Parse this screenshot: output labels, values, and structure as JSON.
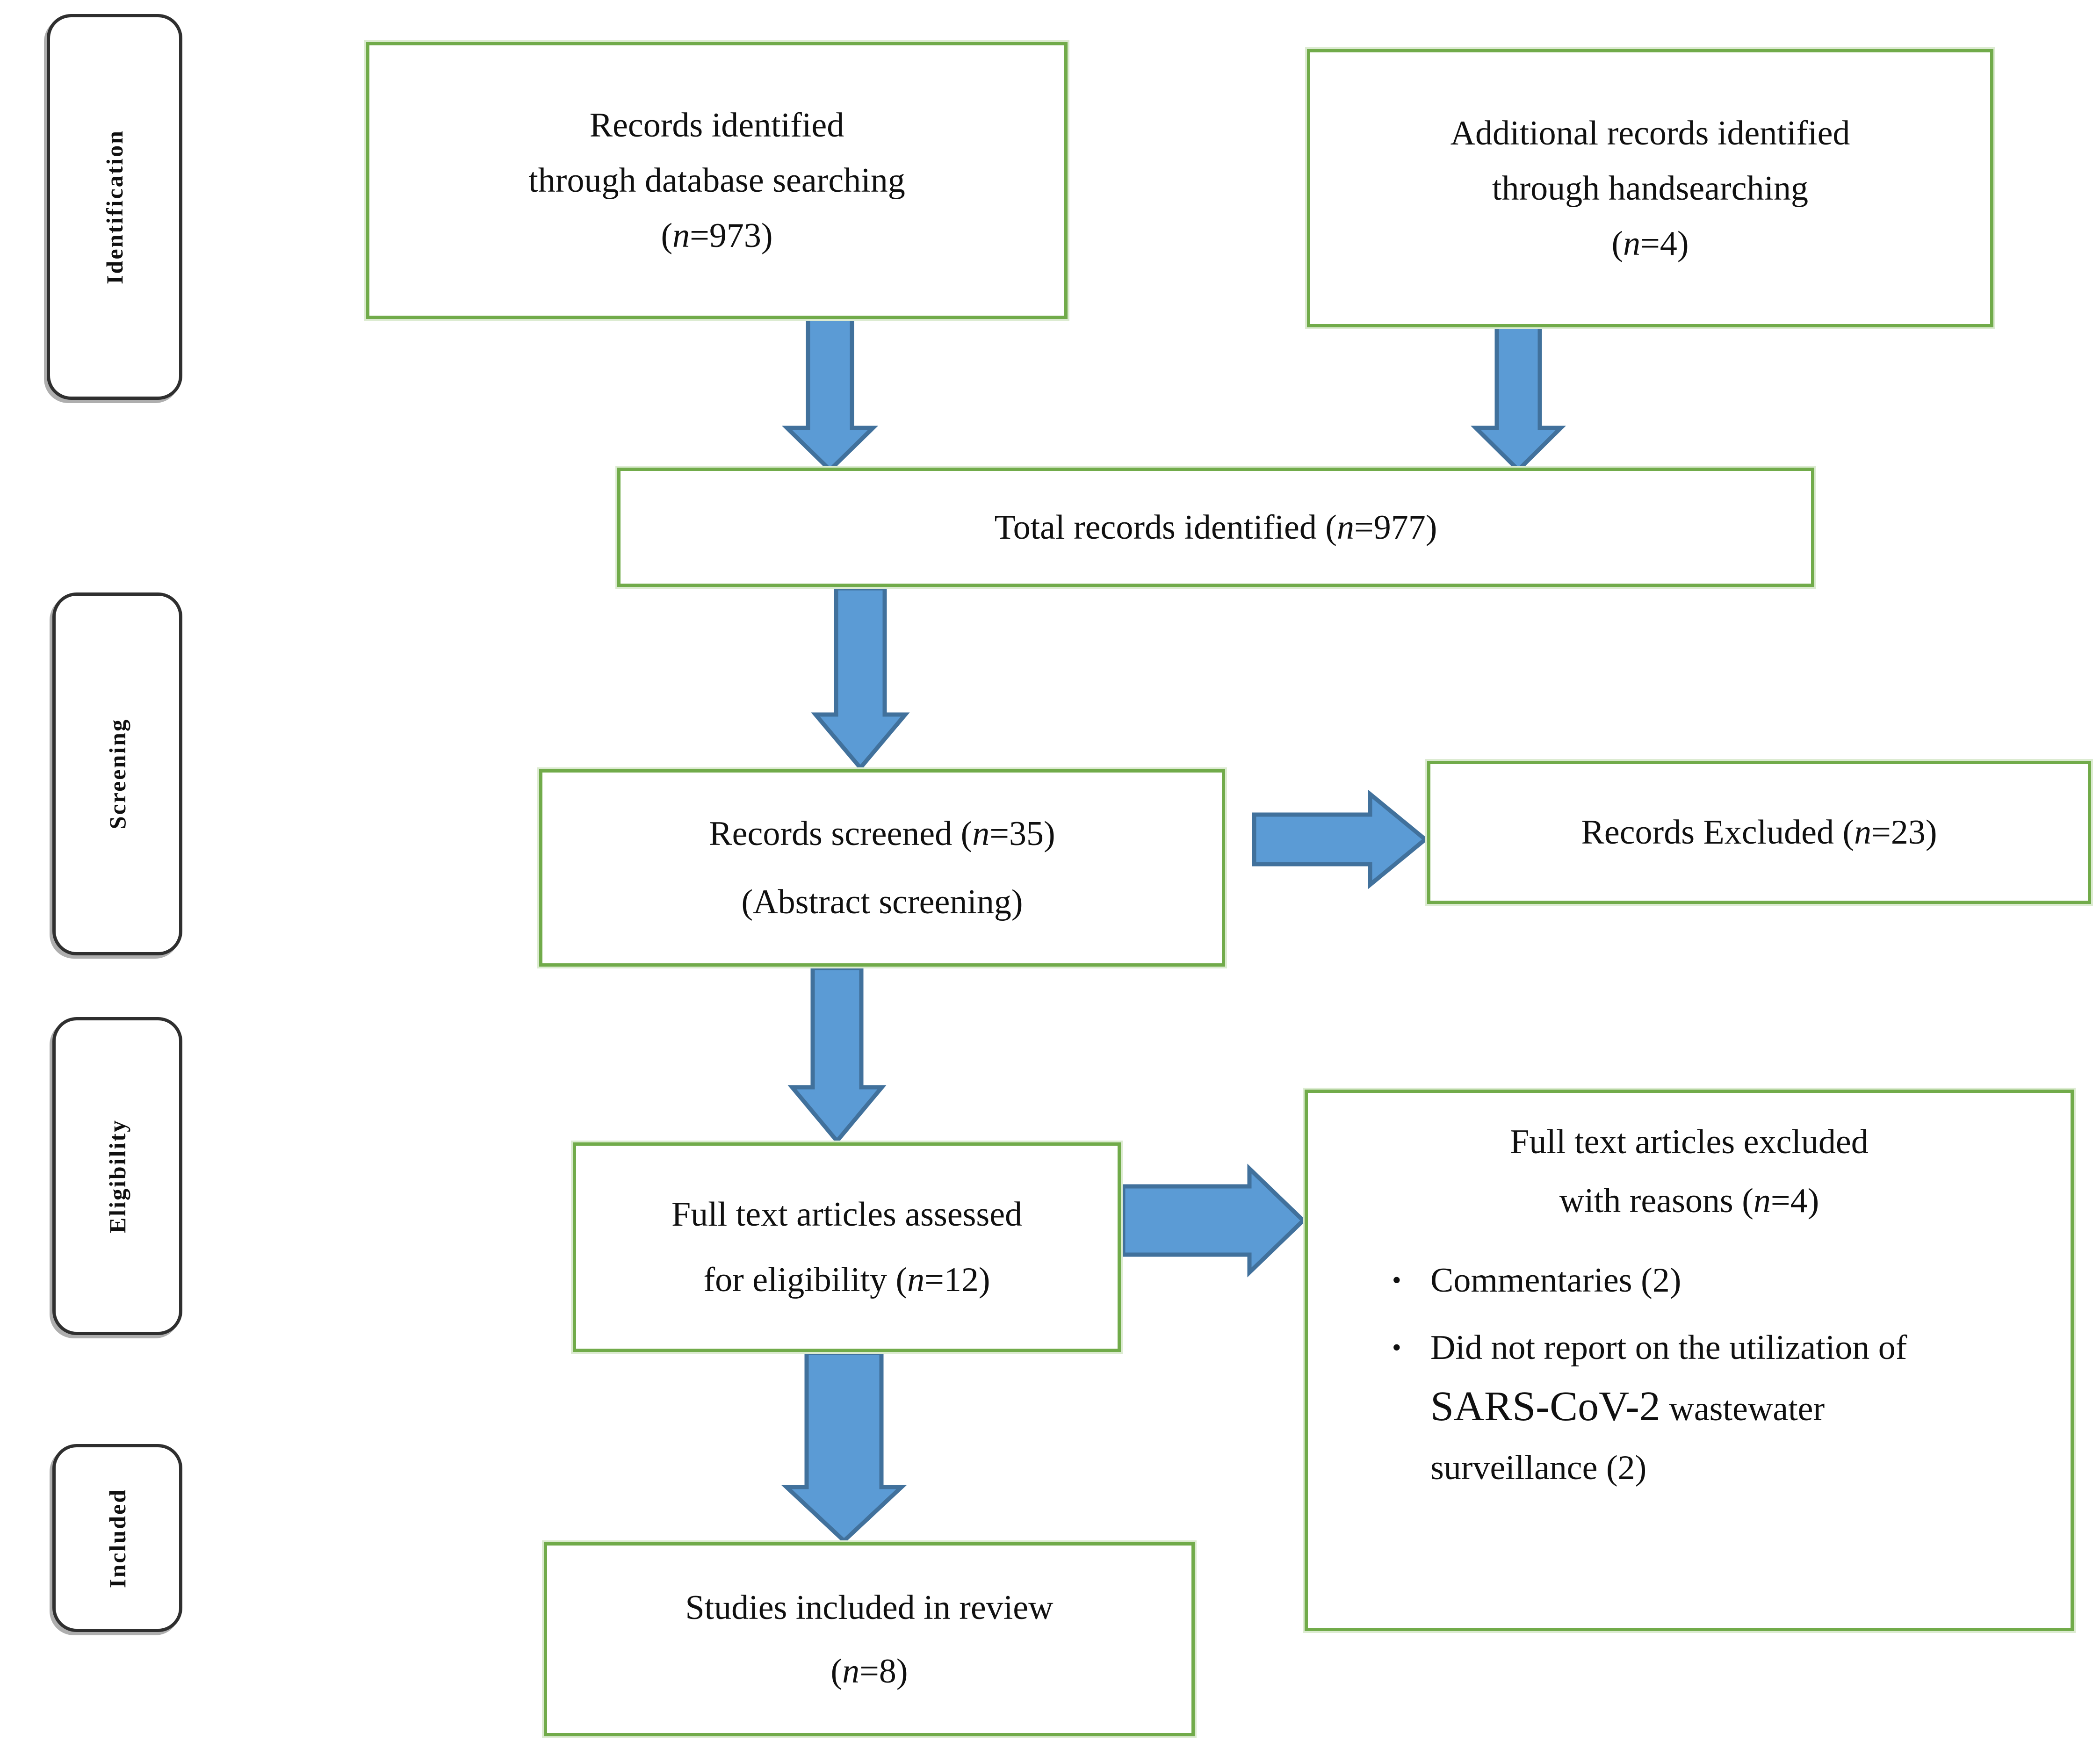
{
  "stage_labels": {
    "identification": "Identification",
    "screening": "Screening",
    "eligibility": "Eligibility",
    "included": "Included"
  },
  "boxes": {
    "records_identified": {
      "line1": "Records identified",
      "line2": "through database searching",
      "count_pre": "(",
      "count_var": "n",
      "count_post": "=973)"
    },
    "additional_records": {
      "line1": "Additional records identified",
      "line2": "through handsearching",
      "count_pre": "(",
      "count_var": "n",
      "count_post": "=4)"
    },
    "total_records": {
      "pre": "Total records identified (",
      "var": "n",
      "post": "=977)"
    },
    "records_screened": {
      "line1_pre": "Records screened (",
      "line1_var": "n",
      "line1_post": "=35)",
      "line2": "(Abstract screening)"
    },
    "records_excluded": {
      "pre": "Records Excluded (",
      "var": "n",
      "post": "=23)"
    },
    "fulltext_assessed": {
      "line1": "Full text articles assessed",
      "line2_pre": "for eligibility (",
      "line2_var": "n",
      "line2_post": "=12)"
    },
    "fulltext_excluded": {
      "line1": "Full text articles excluded",
      "line2_pre": "with reasons (",
      "line2_var": "n",
      "line2_post": "=4)",
      "bullets": [
        {
          "marker": "•",
          "text": "Commentaries (2)"
        },
        {
          "marker": "•",
          "pre": "Did not report on the utilization of ",
          "emph": "SARS-CoV-2",
          "post": " wastewater surveillance (2)"
        }
      ]
    },
    "studies_included": {
      "line1": "Studies included in review",
      "line2_pre": "(",
      "line2_var": "n",
      "line2_post": "=8)"
    }
  },
  "colors": {
    "flow_box_border": "#71ab4a",
    "flow_box_border_halo": "#dcebd1",
    "stage_box_border": "#2f2f2f",
    "arrow_fill": "#5b9bd5",
    "arrow_stroke": "#41719c",
    "text": "#101010",
    "background": "#ffffff"
  }
}
